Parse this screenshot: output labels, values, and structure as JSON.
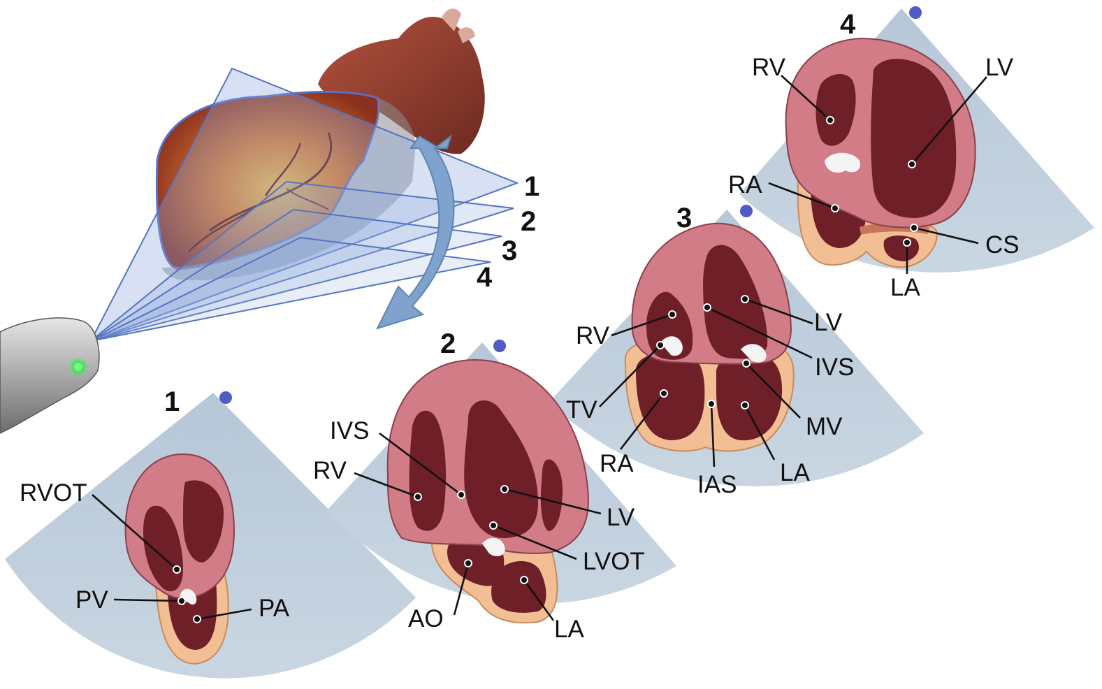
{
  "planes": [
    {
      "number": "1",
      "labels": {
        "rvot": "RVOT",
        "pv": "PV",
        "pa": "PA"
      }
    },
    {
      "number": "2",
      "labels": {
        "ivs": "IVS",
        "rv": "RV",
        "lv": "LV",
        "lvot": "LVOT",
        "ao": "AO",
        "la": "LA"
      }
    },
    {
      "number": "3",
      "labels": {
        "rv": "RV",
        "lv": "LV",
        "ivs": "IVS",
        "tv": "TV",
        "mv": "MV",
        "ra": "RA",
        "ias": "IAS",
        "la": "LA"
      }
    },
    {
      "number": "4",
      "labels": {
        "rv": "RV",
        "lv": "LV",
        "ra": "RA",
        "cs": "CS",
        "la": "LA"
      }
    }
  ],
  "colors": {
    "sector": "#b7c8d8",
    "plane": "#8da9dc",
    "myocardium": "#d17c86",
    "cavity": "#6e1f27",
    "atrium": "#f2bf94",
    "orientation_dot": "#4e5cc4",
    "arrow": "#7fa3cc",
    "probe_led": "#3ee85a"
  },
  "icons": {
    "probe": "ultrasound-probe-icon",
    "rotation": "curved-rotation-arrow-icon",
    "heart": "3d-heart-icon"
  }
}
